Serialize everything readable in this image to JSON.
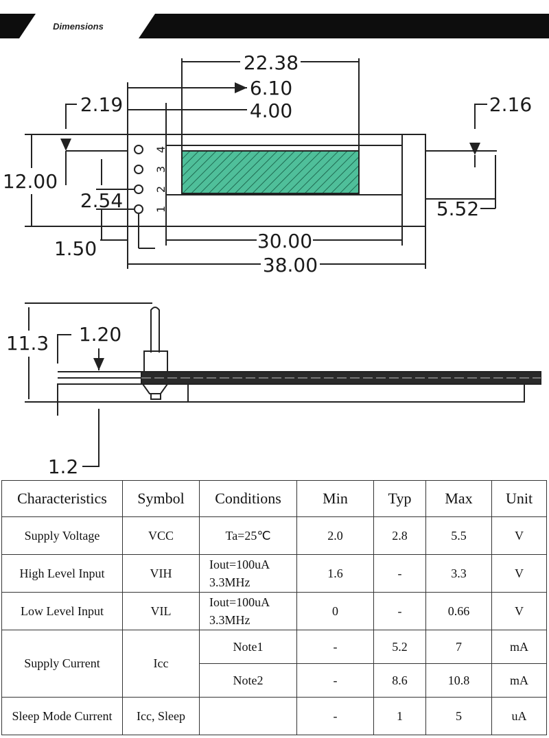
{
  "banner": {
    "title": "Dimensions"
  },
  "top_view": {
    "dims": {
      "overall_length": "22.38",
      "pin_offset": "6.10",
      "window_offset": "4.00",
      "left_margin": "2.19",
      "right_margin": "2.16",
      "height": "12.00",
      "pin_pitch": "2.54",
      "window_height": "5.52",
      "bottom_offset": "1.50",
      "active_width": "30.00",
      "board_width": "38.00"
    },
    "pins": [
      "4",
      "3",
      "2",
      "1"
    ]
  },
  "side_view": {
    "dims": {
      "total_height": "11.3",
      "pcb_thickness": "1.20",
      "glass_thickness": "1.2"
    }
  },
  "table": {
    "headers": [
      "Characteristics",
      "Symbol",
      "Conditions",
      "Min",
      "Typ",
      "Max",
      "Unit"
    ],
    "rows": [
      {
        "characteristic": "Supply Voltage",
        "symbol": "VCC",
        "conditions": "Ta=25℃",
        "min": "2.0",
        "typ": "2.8",
        "max": "5.5",
        "unit": "V"
      },
      {
        "characteristic": "High Level Input",
        "symbol": "VIH",
        "conditions": "Iout=100uA",
        "conditions2": "3.3MHz",
        "min": "1.6",
        "typ": "-",
        "max": "3.3",
        "unit": "V"
      },
      {
        "characteristic": "Low Level Input",
        "symbol": "VIL",
        "conditions": "Iout=100uA",
        "conditions2": "3.3MHz",
        "min": "0",
        "typ": "-",
        "max": "0.66",
        "unit": "V"
      },
      {
        "characteristic": "Supply Current",
        "symbol": "Icc",
        "conditions": "Note1",
        "min": "-",
        "typ": "5.2",
        "max": "7",
        "unit": "mA"
      },
      {
        "conditions": "Note2",
        "min": "-",
        "typ": "8.6",
        "max": "10.8",
        "unit": "mA"
      },
      {
        "characteristic": "Sleep Mode Current",
        "symbol": "Icc, Sleep",
        "conditions": "",
        "min": "-",
        "typ": "1",
        "max": "5",
        "unit": "uA"
      }
    ]
  }
}
